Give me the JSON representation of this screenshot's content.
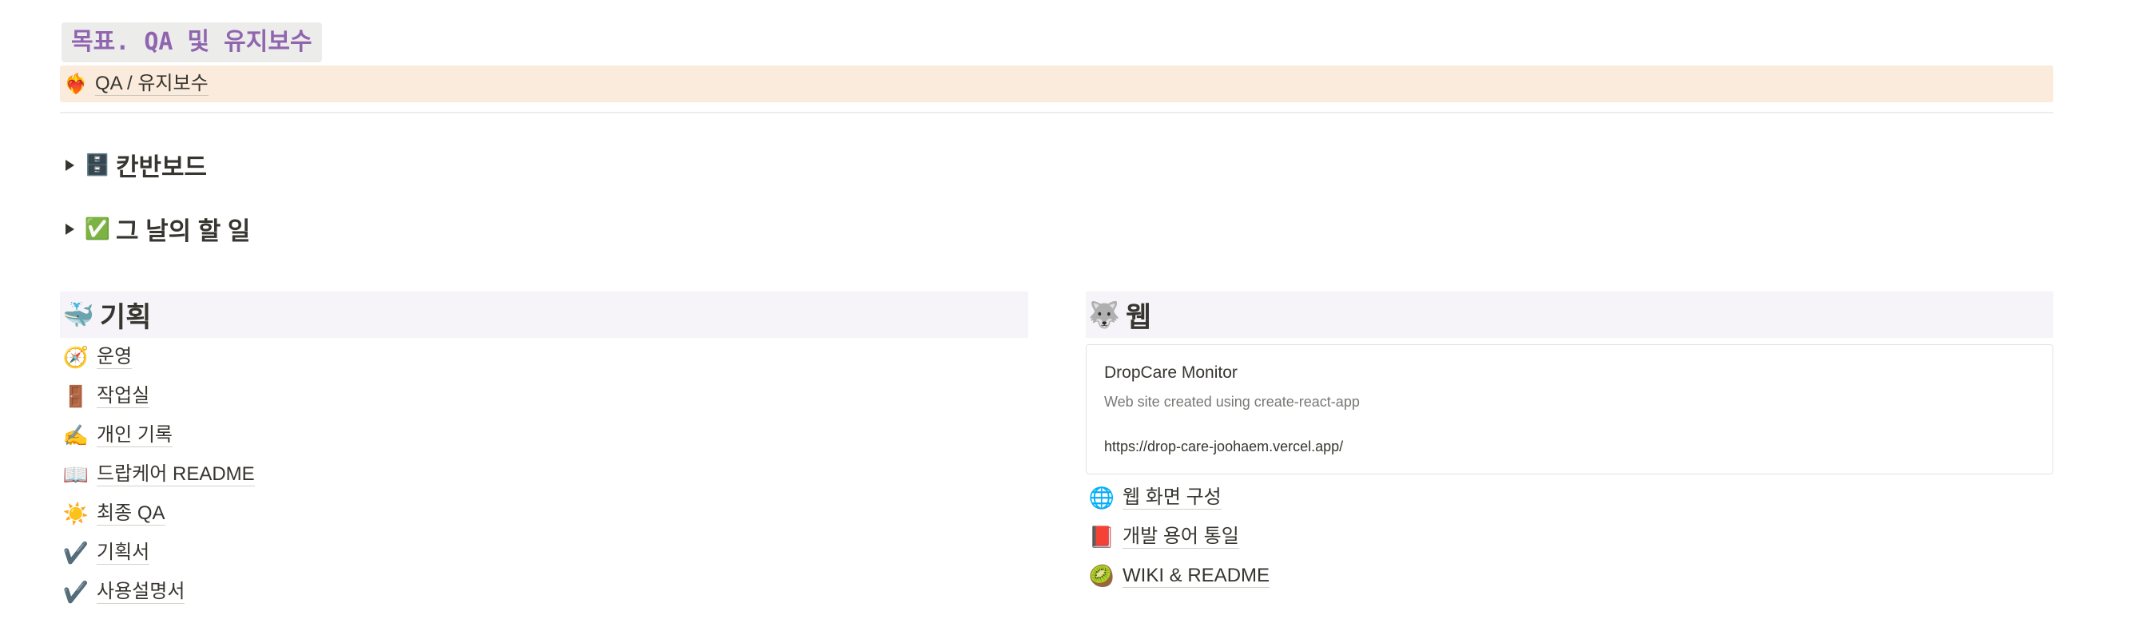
{
  "page": {
    "title": "목표. QA 및 유지보수",
    "accent_color": "#9065b0"
  },
  "callout": {
    "icon": "heart-on-fire-icon",
    "glyph": "❤️‍🔥",
    "label": "QA / 유지보수",
    "background": "#faebdd"
  },
  "toggles": [
    {
      "icon": "file-cabinet-icon",
      "glyph": "🗄️",
      "label": "칸반보드"
    },
    {
      "icon": "check-mark-button-icon",
      "glyph": "✅",
      "label": "그 날의 할 일"
    }
  ],
  "planning": {
    "icon": "whale-icon",
    "glyph": "🐳",
    "title": "기획",
    "background": "#f6f3f9",
    "items": [
      {
        "icon": "compass-icon",
        "glyph": "🧭",
        "label": "운영"
      },
      {
        "icon": "door-icon",
        "glyph": "🚪",
        "label": "작업실"
      },
      {
        "icon": "writing-pen-icon",
        "glyph": "✍️",
        "label": "개인 기록"
      },
      {
        "icon": "open-book-icon",
        "glyph": "📖",
        "label": "드랍케어 README"
      },
      {
        "icon": "sun-icon",
        "glyph": "☀️",
        "label": "최종 QA"
      },
      {
        "icon": "check-mark-icon",
        "glyph": "✔️",
        "label": "기획서"
      },
      {
        "icon": "check-mark-icon",
        "glyph": "✔️",
        "label": "사용설명서"
      }
    ]
  },
  "web": {
    "icon": "wolf-icon",
    "glyph": "🐺",
    "title": "웹",
    "background": "#f6f3f9",
    "bookmark": {
      "title": "DropCare Monitor",
      "description": "Web site created using create-react-app",
      "url": "https://drop-care-joohaem.vercel.app/"
    },
    "items": [
      {
        "icon": "globe-icon",
        "glyph": "🌐",
        "label": "웹 화면 구성"
      },
      {
        "icon": "red-book-icon",
        "glyph": "📕",
        "label": "개발 용어 통일"
      },
      {
        "icon": "kiwi-icon",
        "glyph": "🥝",
        "label": "WIKI & README"
      }
    ]
  }
}
